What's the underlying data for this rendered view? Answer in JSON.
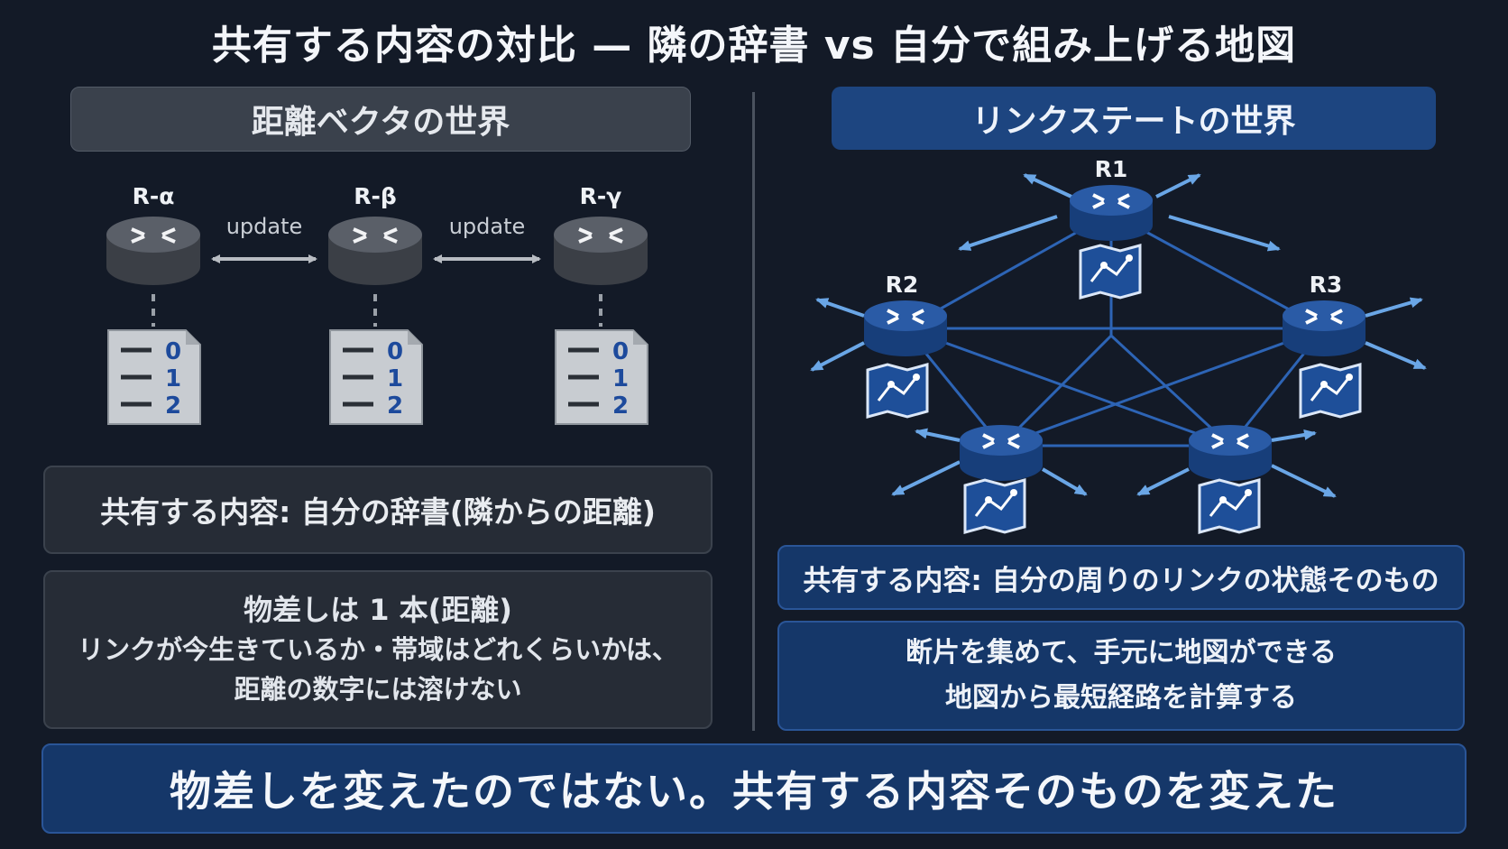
{
  "title": "共有する内容の対比 — 隣の辞書 vs 自分で組み上げる地図",
  "left": {
    "header": "距離ベクタの世界",
    "routers": [
      {
        "label": "R-α",
        "table": [
          "0",
          "1",
          "2"
        ]
      },
      {
        "label": "R-β",
        "table": [
          "0",
          "1",
          "2"
        ]
      },
      {
        "label": "R-γ",
        "table": [
          "0",
          "1",
          "2"
        ]
      }
    ],
    "links": [
      {
        "label": "update"
      },
      {
        "label": "update"
      }
    ],
    "share_text": "共有する内容: 自分の辞書(隣からの距離)",
    "limit_lines": [
      "物差しは 1 本(距離)",
      "リンクが今生きているか・帯域はどれくらいかは、",
      "距離の数字には溶けない"
    ]
  },
  "right": {
    "header": "リンクステートの世界",
    "routers": [
      {
        "id": "r1",
        "label": "R1"
      },
      {
        "id": "r2",
        "label": "R2"
      },
      {
        "id": "r3",
        "label": "R3"
      },
      {
        "id": "r4",
        "label": ""
      },
      {
        "id": "r5",
        "label": ""
      }
    ],
    "share_text": "共有する内容: 自分の周りのリンクの状態そのもの",
    "result_lines": [
      "断片を集めて、手元に地図ができる",
      "地図から最短経路を計算する"
    ]
  },
  "bottom_text": "物差しを変えたのではない。共有する内容そのものを変えた",
  "colors": {
    "background": "#131a27",
    "blue_accent": "#1d4580",
    "router_gray": "#4a4f57",
    "router_blue": "#1f4f96",
    "arrow_blue": "#6aa6e6",
    "table_gray": "#c8ccd1",
    "table_number": "#1d4a9c"
  }
}
